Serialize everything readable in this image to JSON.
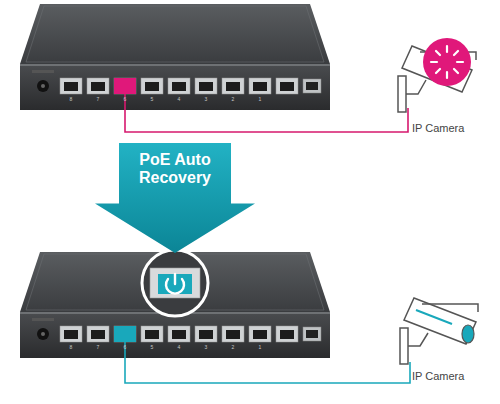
{
  "diagram": {
    "nodes": [
      {
        "text": [
          "PoE Auto Recovery"
        ]
      }
    ],
    "labels": [
      "8",
      "7",
      "6",
      "5",
      "4",
      "3",
      "2",
      "1",
      "IP Camera",
      "8",
      "7",
      "6",
      "5",
      "4",
      "3",
      "2",
      "1",
      "IP Camera"
    ]
  }
}
